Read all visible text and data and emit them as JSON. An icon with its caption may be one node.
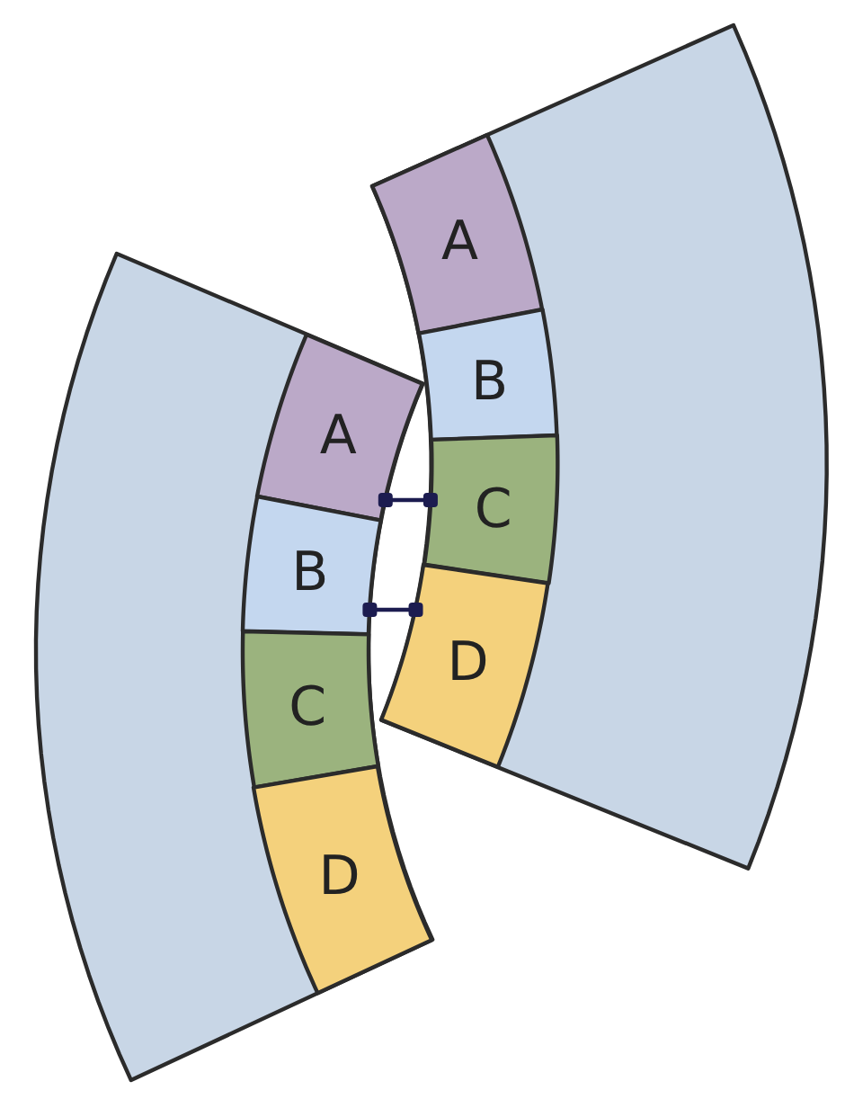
{
  "diagram": {
    "nodes": [
      {
        "text": [],
        "shape": "band"
      },
      {
        "text": [
          "A"
        ],
        "in": 0
      },
      {
        "text": [
          "B"
        ],
        "in": 0
      },
      {
        "text": [
          "C"
        ],
        "in": 0
      },
      {
        "text": [
          "D"
        ],
        "in": 0
      },
      {
        "text": [],
        "shape": "band"
      },
      {
        "text": [
          "A"
        ],
        "in": 5
      },
      {
        "text": [
          "B"
        ],
        "in": 5
      },
      {
        "text": [
          "C"
        ],
        "in": 5
      },
      {
        "text": [
          "D"
        ],
        "in": 5
      }
    ],
    "edges": [
      {
        "from": 6,
        "to": 3,
        "arrow": "other"
      },
      {
        "from": 7,
        "to": 4,
        "arrow": "other"
      }
    ]
  }
}
